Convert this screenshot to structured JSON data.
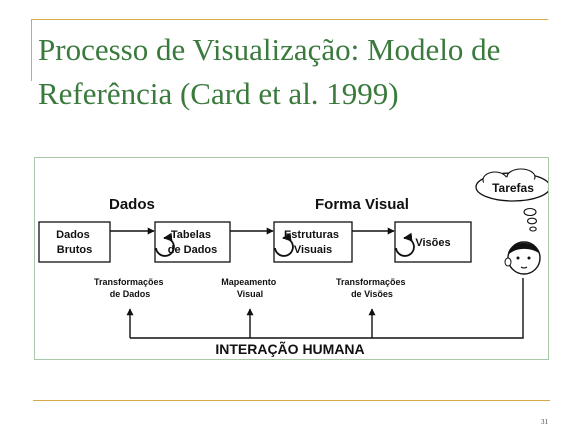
{
  "slide": {
    "title": "Processo de Visualização: Modelo de Referência (Card et al. 1999)",
    "page_number": "31",
    "accent_color": "#d6a848",
    "title_color": "#3a7a3d"
  },
  "diagram": {
    "heading_left": "Dados",
    "heading_right": "Forma Visual",
    "boxes": {
      "raw_data": [
        "Dados",
        "Brutos"
      ],
      "data_tables": [
        "Tabelas",
        "de Dados"
      ],
      "visual_structures": [
        "Estruturas",
        "Visuais"
      ],
      "views": [
        "Visões"
      ]
    },
    "transforms": {
      "data_transformations": [
        "Transformações",
        "de Dados"
      ],
      "visual_mapping": [
        "Mapeamento",
        "Visual"
      ],
      "view_transformations": [
        "Transformações",
        "de Visões"
      ]
    },
    "tasks_label": "Tarefas",
    "human_interaction": "INTERAÇÃO HUMANA"
  }
}
